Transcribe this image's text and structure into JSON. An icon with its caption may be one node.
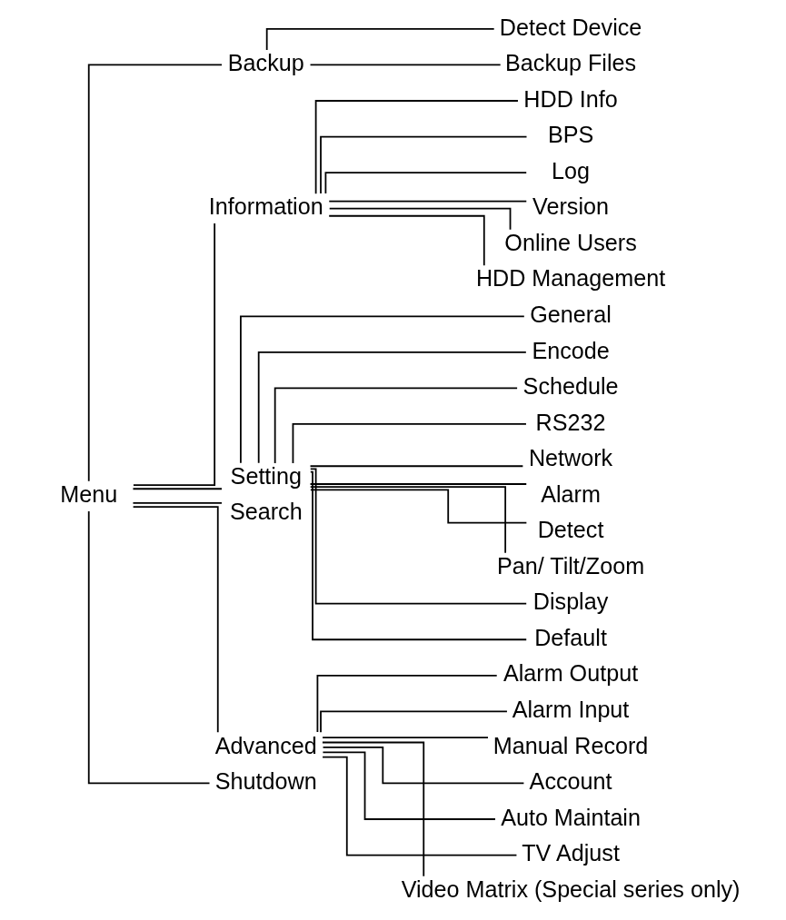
{
  "diagram": {
    "nodes": [
      {
        "text": [
          "Menu"
        ]
      },
      {
        "text": [
          "Backup"
        ]
      },
      {
        "text": [
          "Detect Device"
        ]
      },
      {
        "text": [
          "Backup Files"
        ]
      },
      {
        "text": [
          "Information"
        ]
      },
      {
        "text": [
          "HDD Info"
        ]
      },
      {
        "text": [
          "BPS"
        ]
      },
      {
        "text": [
          "Log"
        ]
      },
      {
        "text": [
          "Version"
        ]
      },
      {
        "text": [
          "Online Users"
        ]
      },
      {
        "text": [
          "HDD Management"
        ]
      },
      {
        "text": [
          "Setting"
        ]
      },
      {
        "text": [
          "General"
        ]
      },
      {
        "text": [
          "Encode"
        ]
      },
      {
        "text": [
          "Schedule"
        ]
      },
      {
        "text": [
          "RS232"
        ]
      },
      {
        "text": [
          "Network"
        ]
      },
      {
        "text": [
          "Alarm"
        ]
      },
      {
        "text": [
          "Detect"
        ]
      },
      {
        "text": [
          "Pan/ Tilt/Zoom"
        ]
      },
      {
        "text": [
          "Display"
        ]
      },
      {
        "text": [
          "Default"
        ]
      },
      {
        "text": [
          "Search"
        ]
      },
      {
        "text": [
          "Advanced"
        ]
      },
      {
        "text": [
          "Alarm Output"
        ]
      },
      {
        "text": [
          "Alarm Input"
        ]
      },
      {
        "text": [
          "Manual Record"
        ]
      },
      {
        "text": [
          "Account"
        ]
      },
      {
        "text": [
          "Auto Maintain"
        ]
      },
      {
        "text": [
          "TV Adjust"
        ]
      },
      {
        "text": [
          "Video Matrix (Special series only)"
        ]
      },
      {
        "text": [
          "Shutdown"
        ]
      }
    ],
    "edges": [
      {
        "from": 0,
        "to": 1,
        "arrow": "none"
      },
      {
        "from": 1,
        "to": 2,
        "arrow": "none"
      },
      {
        "from": 1,
        "to": 3,
        "arrow": "none"
      },
      {
        "from": 0,
        "to": 4,
        "arrow": "none"
      },
      {
        "from": 4,
        "to": 5,
        "arrow": "none"
      },
      {
        "from": 4,
        "to": 6,
        "arrow": "none"
      },
      {
        "from": 4,
        "to": 7,
        "arrow": "none"
      },
      {
        "from": 4,
        "to": 8,
        "arrow": "none"
      },
      {
        "from": 4,
        "to": 9,
        "arrow": "none"
      },
      {
        "from": 4,
        "to": 10,
        "arrow": "none"
      },
      {
        "from": 0,
        "to": 11,
        "arrow": "none"
      },
      {
        "from": 11,
        "to": 12,
        "arrow": "none"
      },
      {
        "from": 11,
        "to": 13,
        "arrow": "none"
      },
      {
        "from": 11,
        "to": 14,
        "arrow": "none"
      },
      {
        "from": 11,
        "to": 15,
        "arrow": "none"
      },
      {
        "from": 11,
        "to": 16,
        "arrow": "none"
      },
      {
        "from": 11,
        "to": 17,
        "arrow": "none"
      },
      {
        "from": 11,
        "to": 18,
        "arrow": "none"
      },
      {
        "from": 11,
        "to": 19,
        "arrow": "none"
      },
      {
        "from": 11,
        "to": 20,
        "arrow": "none"
      },
      {
        "from": 11,
        "to": 21,
        "arrow": "none"
      },
      {
        "from": 0,
        "to": 22,
        "arrow": "none"
      },
      {
        "from": 0,
        "to": 23,
        "arrow": "none"
      },
      {
        "from": 23,
        "to": 24,
        "arrow": "none"
      },
      {
        "from": 23,
        "to": 25,
        "arrow": "none"
      },
      {
        "from": 23,
        "to": 26,
        "arrow": "none"
      },
      {
        "from": 23,
        "to": 27,
        "arrow": "none"
      },
      {
        "from": 23,
        "to": 28,
        "arrow": "none"
      },
      {
        "from": 23,
        "to": 29,
        "arrow": "none"
      },
      {
        "from": 23,
        "to": 30,
        "arrow": "none"
      },
      {
        "from": 0,
        "to": 31,
        "arrow": "none"
      }
    ]
  }
}
